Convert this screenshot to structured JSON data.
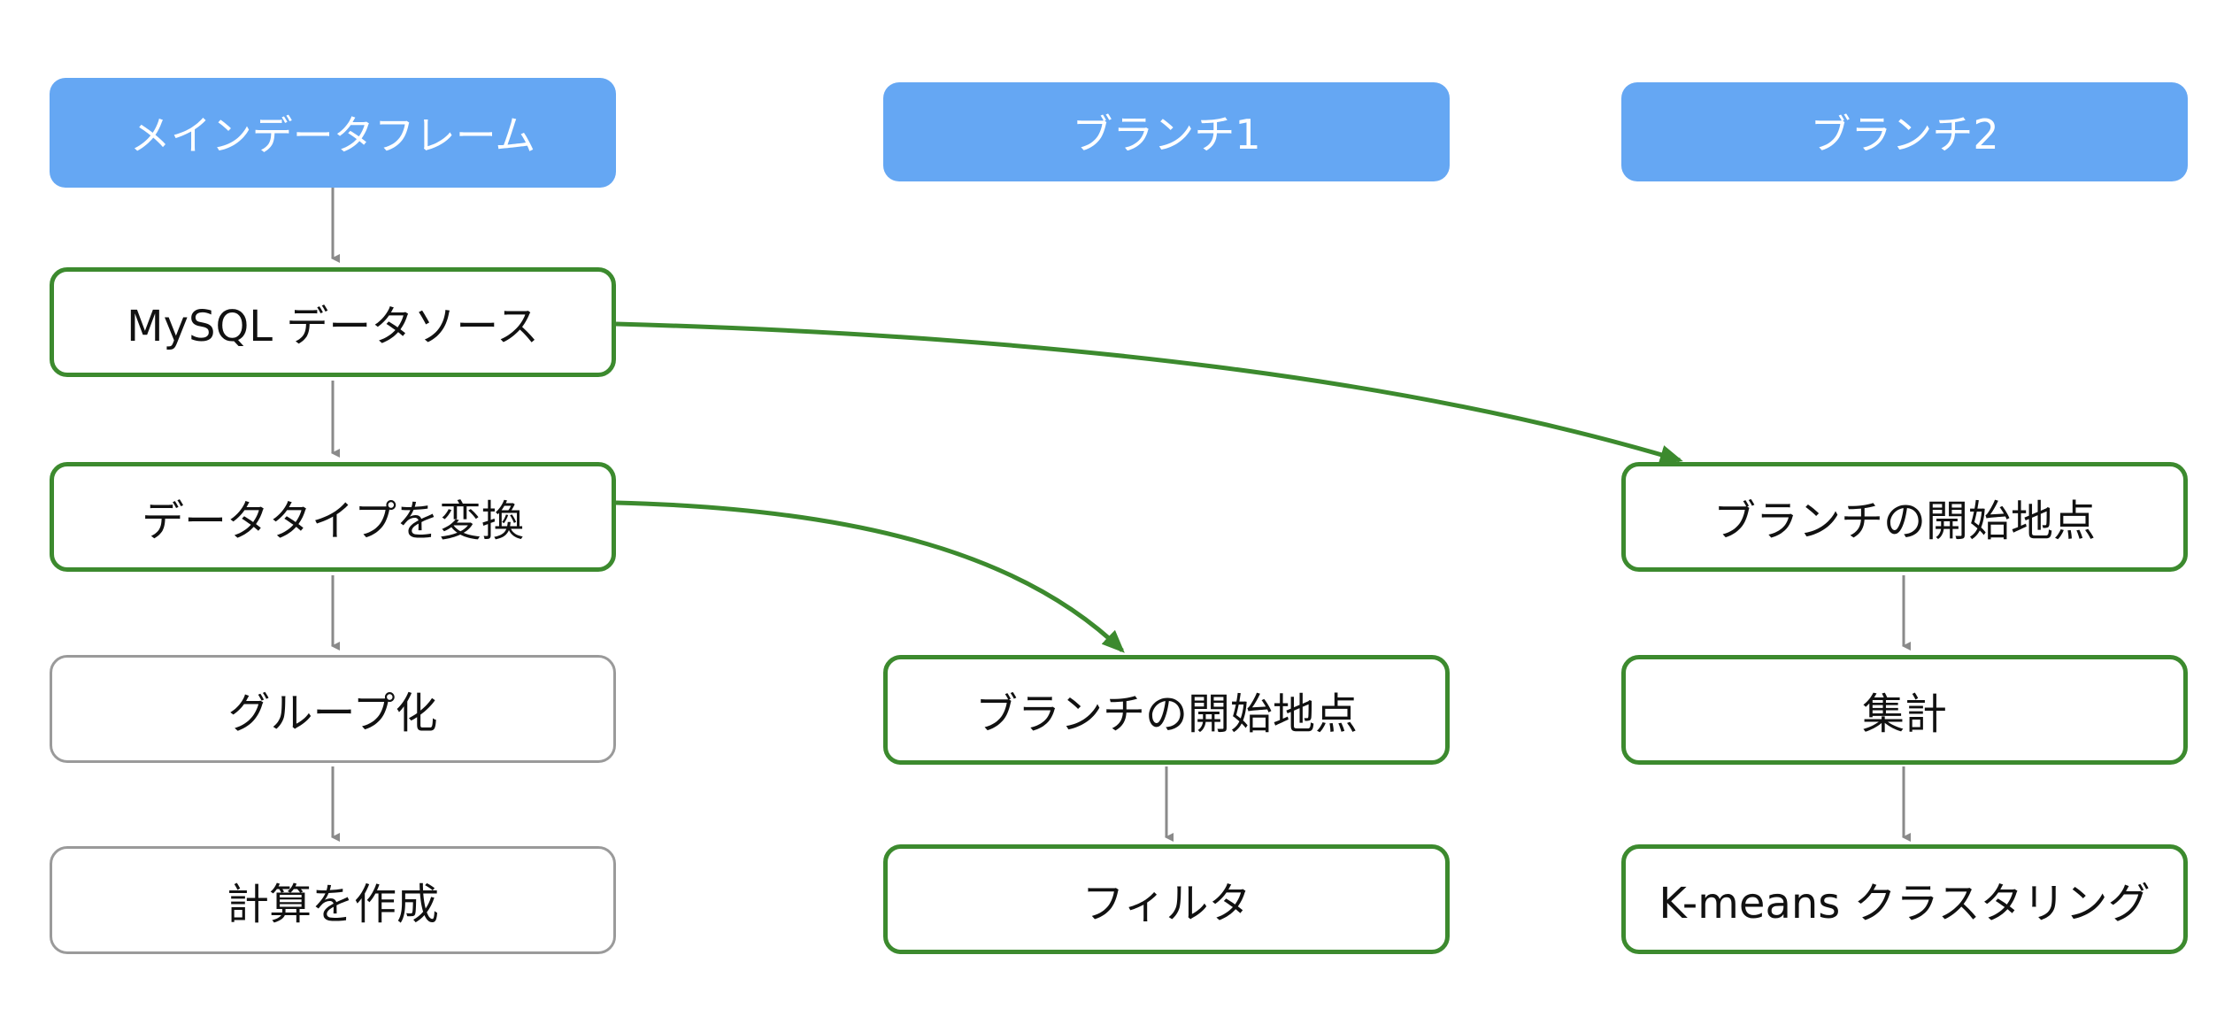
{
  "columns": [
    {
      "header": "メインデータフレーム"
    },
    {
      "header": "ブランチ1"
    },
    {
      "header": "ブランチ2"
    }
  ],
  "main": {
    "mysql": "MySQL データソース",
    "convert": "データタイプを変換",
    "group": "グループ化",
    "calc": "計算を作成"
  },
  "branch1": {
    "start": "ブランチの開始地点",
    "filter": "フィルタ"
  },
  "branch2": {
    "start": "ブランチの開始地点",
    "aggregate": "集計",
    "kmeans": "K-means クラスタリング"
  },
  "colors": {
    "header_bg": "#65a7f3",
    "active_border": "#3c8a2e",
    "inactive_border": "#9a9a9a",
    "edge_gray": "#8a8a8a"
  }
}
